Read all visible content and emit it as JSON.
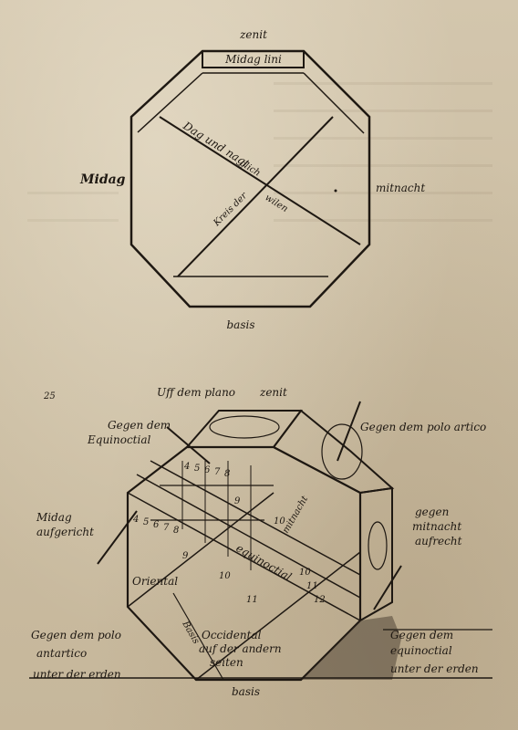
{
  "top_figure": {
    "label_top": "zenit",
    "label_top_bar": "Midag lini",
    "label_left": "Midag",
    "label_right": "mitnacht",
    "label_bottom": "basis",
    "diag_line_1": "Dag und nagt",
    "diag_line_2": "glich",
    "diag_line_3": "Kreis der",
    "diag_line_4": "wilen"
  },
  "bottom_figure": {
    "figure_number": "25",
    "label_top_plane": "Uff dem plano",
    "label_zenit": "zenit",
    "label_polo_artico": "Gegen dem polo artico",
    "label_equinoctial_tl_1": "Gegen dem",
    "label_equinoctial_tl_2": "Equinoctial",
    "label_midag_1": "Midag",
    "label_midag_2": "aufgericht",
    "label_mitnacht_1": "gegen",
    "label_mitnacht_2": "mitnacht",
    "label_mitnacht_3": "aufrecht",
    "label_mitnacht_face": "mitnacht",
    "label_equinoctial_band": "equinoctial",
    "label_oriental": "Oriental",
    "label_occidental_1": "Occidental",
    "label_occidental_2": "auf der andern",
    "label_occidental_3": "seiten",
    "label_basis": "basis",
    "label_basis_face": "Basis",
    "label_antarctic_1": "Gegen dem polo",
    "label_antarctic_2": "antartico",
    "label_antarctic_3": "unter der erden",
    "label_equinoctial_br_1": "Gegen dem",
    "label_equinoctial_br_2": "equinoctial",
    "label_equinoctial_br_3": "unter der erden",
    "hour_numbers_upper": [
      "4",
      "5",
      "6",
      "7",
      "8",
      "9",
      "10"
    ],
    "hour_numbers_lower": [
      "4",
      "5",
      "6",
      "7",
      "8",
      "9",
      "10",
      "11"
    ],
    "hour_numbers_side": [
      "10",
      "11",
      "12"
    ]
  }
}
